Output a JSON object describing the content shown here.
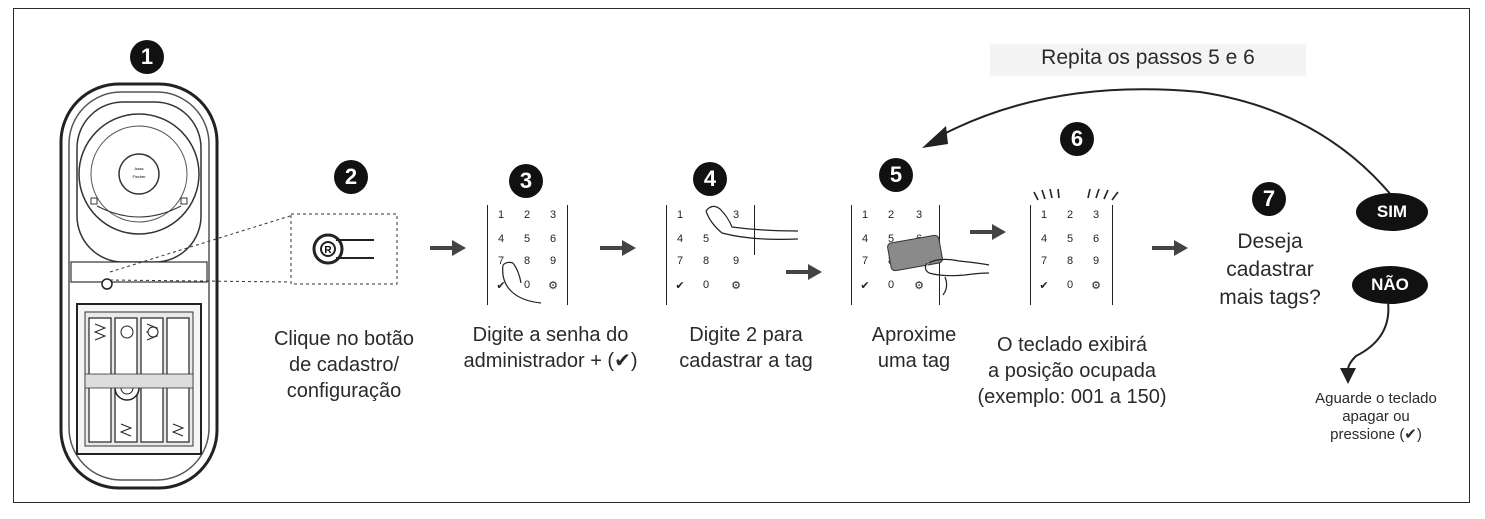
{
  "steps": {
    "s1": "1",
    "s2": "2",
    "s3": "3",
    "s4": "4",
    "s5": "5",
    "s6": "6",
    "s7": "7"
  },
  "captions": {
    "step2": [
      "Clique no botão",
      "de cadastro/",
      "configuração"
    ],
    "step3": [
      "Digite a senha do",
      "administrador + (✔)"
    ],
    "step4": [
      "Digite 2 para",
      "cadastrar a tag"
    ],
    "step5": [
      "Aproxime",
      "uma tag"
    ],
    "step6": [
      "O teclado exibirá",
      "a posição ocupada",
      "(exemplo: 001 a 150)"
    ],
    "step7": [
      "Deseja",
      "cadastrar",
      "mais tags?"
    ]
  },
  "repeat_label": "Repita os passos 5 e 6",
  "yes_label": "SIM",
  "no_label": "NÃO",
  "no_caption": [
    "Aguarde o teclado",
    "apagar ou",
    "pressione (✔)"
  ],
  "keypad": [
    [
      "1",
      "2",
      "3"
    ],
    [
      "4",
      "5",
      "6"
    ],
    [
      "7",
      "8",
      "9"
    ],
    [
      "✔",
      "0",
      "⚙"
    ]
  ],
  "device_logo": [
    "Assa",
    "Fischer"
  ]
}
